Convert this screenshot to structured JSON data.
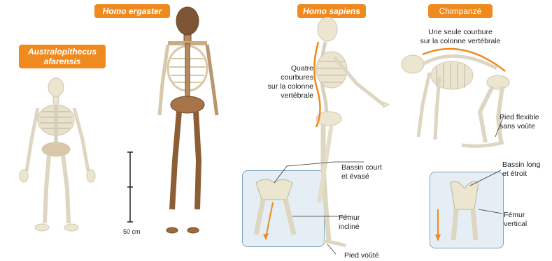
{
  "species": {
    "australopithecus": "Australopithecus\nafarensis",
    "ergaster": "Homo ergaster",
    "sapiens": "Homo sapiens",
    "chimp": "Chimpanzé"
  },
  "scale_label": "50 cm",
  "annotations": {
    "sapiens_spine": "Quatre\ncourbures\nsur la colonne\nvertébrale",
    "chimp_spine": "Une seule courbure\nsur la colonne vertébrale",
    "chimp_foot": "Pied flexible\nsans voûte",
    "sapiens_pelvis": "Bassin court\net évasé",
    "sapiens_femur": "Fémur\nincliné",
    "sapiens_foot": "Pied voûté",
    "chimp_pelvis": "Bassin long\net étroit",
    "chimp_femur": "Fémur\nvertical"
  },
  "colors": {
    "badge": "#ef8a1e",
    "bone": "#ece5cf",
    "fossil": "#9a6b3f",
    "inset_bg": "#e4eef4",
    "inset_border": "#7ea3bd",
    "curve": "#ef8a1e"
  }
}
